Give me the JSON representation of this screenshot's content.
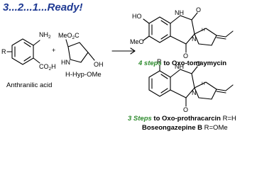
{
  "headline": "3...2...1...Ready!",
  "reactants": {
    "anthranilic_label": "Anthranilic acid",
    "hyp_label": "H-Hyp-OMe",
    "plus": "+",
    "atoms": {
      "r": "R",
      "nh2": "NH",
      "nh2_sub": "2",
      "co2h": "CO",
      "co2h_sub": "2",
      "co2h_h": "H",
      "meo2c": "MeO",
      "meo2c_sub": "2",
      "meo2c_c": "C",
      "nh_hyp": "HN",
      "oh": "OH"
    }
  },
  "products": {
    "top": {
      "steps": "4 steps",
      "to": " to ",
      "name": "Oxo-tomaymycin",
      "atoms": {
        "ho": "HO",
        "meo": "MeO",
        "nh": "NH",
        "o1": "O",
        "o2": "O",
        "n": "N",
        "h": "H"
      }
    },
    "bottom": {
      "steps": "3 Steps",
      "to": " to ",
      "name1": "Oxo-prothracarcin",
      "r1": "R=H",
      "name2": "Boseongazepine B",
      "r2": "R=OMe",
      "atoms": {
        "r": "R",
        "nh": "NH",
        "o1": "O",
        "o2": "O",
        "n": "N",
        "h": "H"
      }
    }
  },
  "colors": {
    "headline": "#1f3a93",
    "steps": "#2e8b2e",
    "bonds": "#000000"
  }
}
